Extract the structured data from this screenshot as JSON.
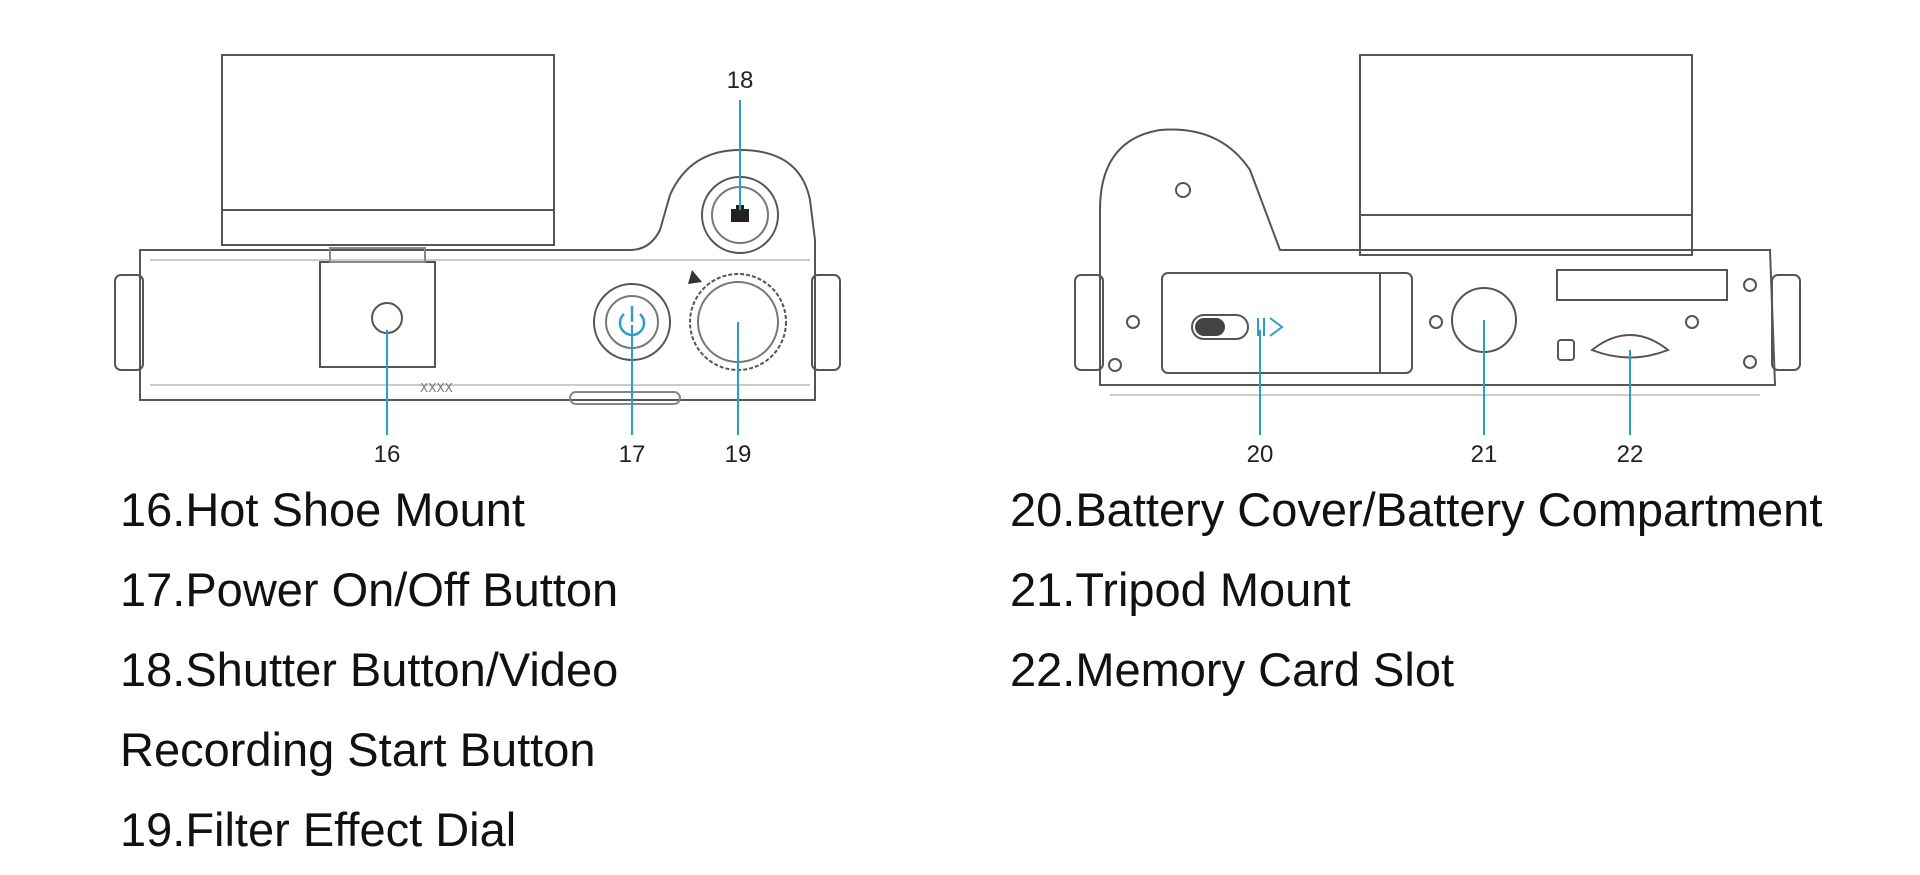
{
  "callouts": {
    "c16": "16",
    "c17": "17",
    "c18": "18",
    "c19": "19",
    "c20": "20",
    "c21": "21",
    "c22": "22"
  },
  "parts_left": [
    {
      "line1": "16.Hot Shoe Mount"
    },
    {
      "line1": "17.Power On/Off Button"
    },
    {
      "line1": "18.Shutter Button/Video",
      "line2": "Recording Start Button"
    },
    {
      "line1": "19.Filter Effect Dial"
    }
  ],
  "parts_right": [
    {
      "line1": "20.Battery Cover/Battery Compartment"
    },
    {
      "line1": "21.Tripod Mount"
    },
    {
      "line1": "22.Memory Card Slot"
    }
  ],
  "colors": {
    "leader": "#2a9fc8",
    "outline": "#555555"
  }
}
